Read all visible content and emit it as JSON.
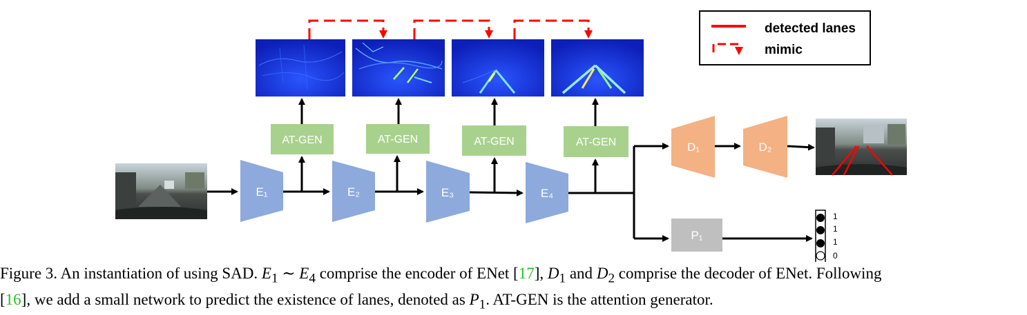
{
  "legend": {
    "detected_label": "detected lanes",
    "mimic_label": "mimic",
    "detected_color": "#ff0000",
    "mimic_color": "#ff0000"
  },
  "encoders": [
    "E1",
    "E2",
    "E3",
    "E4"
  ],
  "decoders": [
    "D1",
    "D2"
  ],
  "predictor": "P1",
  "at_gen": [
    "AT-GEN",
    "AT-GEN",
    "AT-GEN",
    "AT-GEN"
  ],
  "existence": [
    "1",
    "1",
    "1",
    "0"
  ],
  "colors": {
    "encoder": "#8ea9db",
    "decoder": "#f4b183",
    "predictor": "#bfbfbf",
    "atgen": "#a9d18e",
    "attention_bg": "#1a2fd0",
    "arrow": "#000000"
  },
  "caption": {
    "line1_a": "Figure 3. An instantiation of using SAD. ",
    "line1_E1": "E",
    "line1_sub1": "1",
    "line1_sim": " ∼ ",
    "line1_E4": "E",
    "line1_sub4": "4",
    "line1_b": " comprise the encoder of ENet [",
    "ref17": "17",
    "line1_c": "], ",
    "line1_D1": "D",
    "line1_d1sub": "1",
    "line1_and": " and ",
    "line1_D2": "D",
    "line1_d2sub": "2",
    "line1_d": " comprise the decoder of ENet. Following",
    "line2_open": "[",
    "ref16": "16",
    "line2_a": "], we add a small network to predict the existence of lanes, denoted as ",
    "line2_P": "P",
    "line2_psub": "1",
    "line2_b": ". AT-GEN is the attention generator."
  }
}
